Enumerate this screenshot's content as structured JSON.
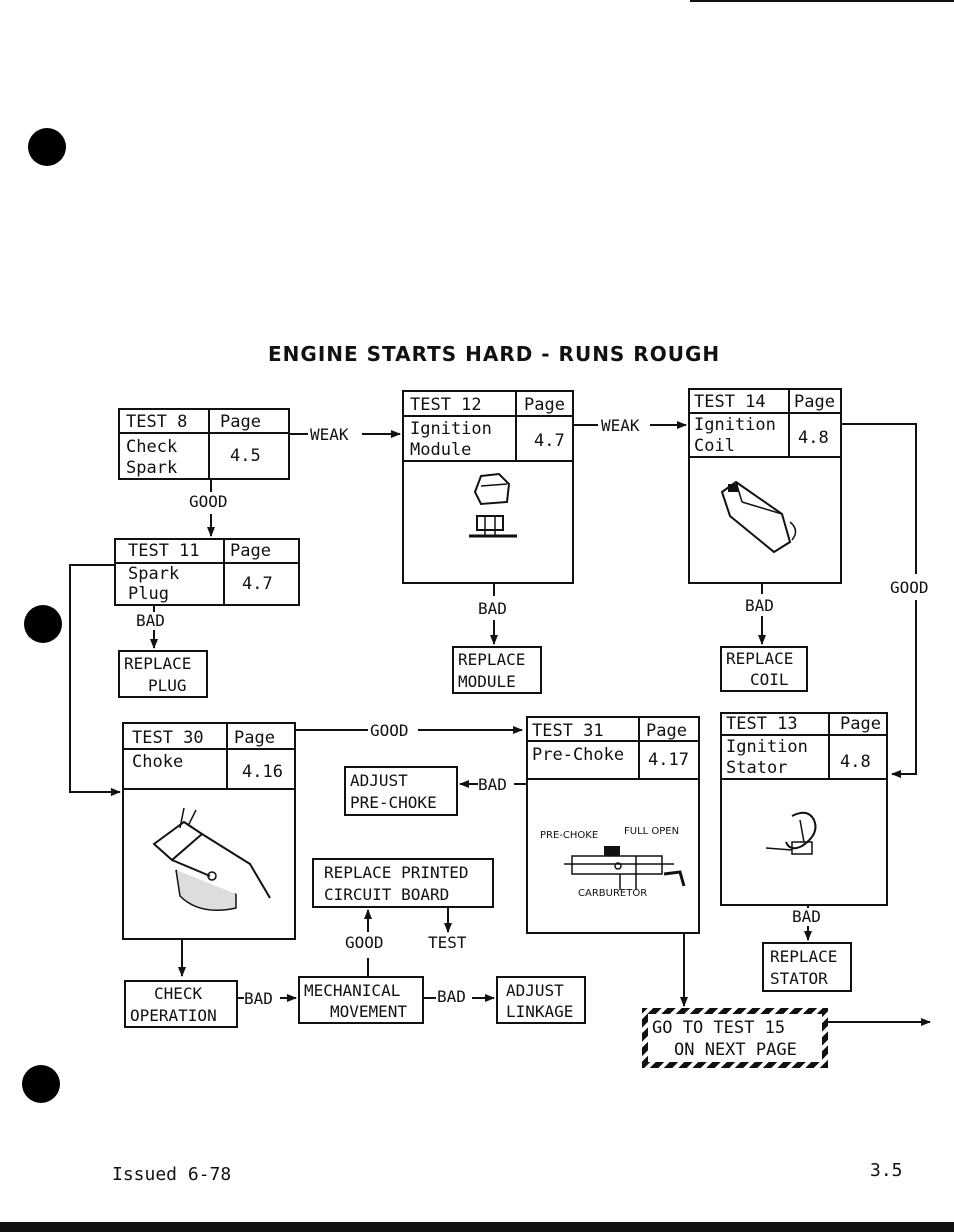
{
  "title": "ENGINE STARTS HARD - RUNS ROUGH",
  "footer": {
    "issued": "Issued 6-78",
    "page": "3.5"
  },
  "tests": {
    "t8": {
      "test": "TEST 8",
      "page_label": "Page",
      "name_l1": "Check",
      "name_l2": "Spark",
      "page": "4.5"
    },
    "t12": {
      "test": "TEST 12",
      "page_label": "Page",
      "name_l1": "Ignition",
      "name_l2": "Module",
      "page": "4.7"
    },
    "t14": {
      "test": "TEST 14",
      "page_label": "Page",
      "name_l1": "Ignition",
      "name_l2": "Coil",
      "page": "4.8"
    },
    "t11": {
      "test": "TEST 11",
      "page_label": "Page",
      "name_l1": "Spark",
      "name_l2": "Plug",
      "page": "4.7"
    },
    "t30": {
      "test": "TEST 30",
      "page_label": "Page",
      "name_l1": "Choke",
      "name_l2": "",
      "page": "4.16"
    },
    "t31": {
      "test": "TEST 31",
      "page_label": "Page",
      "name_l1": "Pre-Choke",
      "name_l2": "",
      "page": "4.17"
    },
    "t13": {
      "test": "TEST 13",
      "page_label": "Page",
      "name_l1": "Ignition",
      "name_l2": "Stator",
      "page": "4.8"
    }
  },
  "actions": {
    "replace_plug": {
      "l1": "REPLACE",
      "l2": "PLUG"
    },
    "replace_module": {
      "l1": "REPLACE",
      "l2": "MODULE"
    },
    "replace_coil": {
      "l1": "REPLACE",
      "l2": "COIL"
    },
    "adjust_prechoke": {
      "l1": "ADJUST",
      "l2": "PRE-CHOKE"
    },
    "replace_board": {
      "l1": "REPLACE PRINTED",
      "l2": "CIRCUIT BOARD"
    },
    "replace_stator": {
      "l1": "REPLACE",
      "l2": "STATOR"
    },
    "check_operation": {
      "l1": "CHECK",
      "l2": "OPERATION"
    },
    "mechanical": {
      "l1": "MECHANICAL",
      "l2": "MOVEMENT"
    },
    "adjust_linkage": {
      "l1": "ADJUST",
      "l2": "LINKAGE"
    },
    "goto_15": {
      "l1": "GO TO TEST 15",
      "l2": "ON NEXT PAGE"
    }
  },
  "edge_labels": {
    "weak1": "WEAK",
    "weak2": "WEAK",
    "good_8_11": "GOOD",
    "bad_11": "BAD",
    "bad_12": "BAD",
    "bad_14": "BAD",
    "good_14": "GOOD",
    "good_30": "GOOD",
    "bad_31": "BAD",
    "bad_13": "BAD",
    "bad_check": "BAD",
    "bad_mech": "BAD",
    "good_board": "GOOD",
    "test_board": "TEST"
  },
  "illustration": {
    "prechoke": "PRE-CHOKE",
    "full_open": "FULL OPEN",
    "carburetor": "CARBURETOR"
  }
}
